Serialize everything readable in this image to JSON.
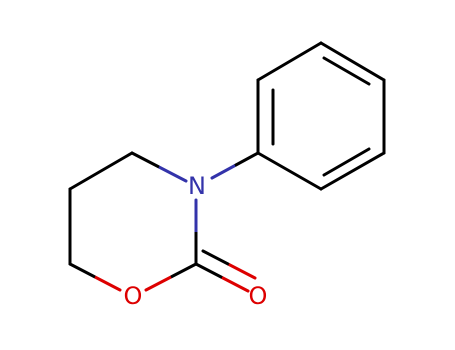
{
  "molecule": {
    "atoms": {
      "nitrogen": {
        "symbol": "N",
        "color": "#3333aa"
      },
      "ring_oxygen": {
        "symbol": "O",
        "color": "#dd0000"
      },
      "carbonyl_oxygen": {
        "symbol": "O",
        "color": "#dd0000"
      }
    },
    "bond_color": "#000000"
  }
}
